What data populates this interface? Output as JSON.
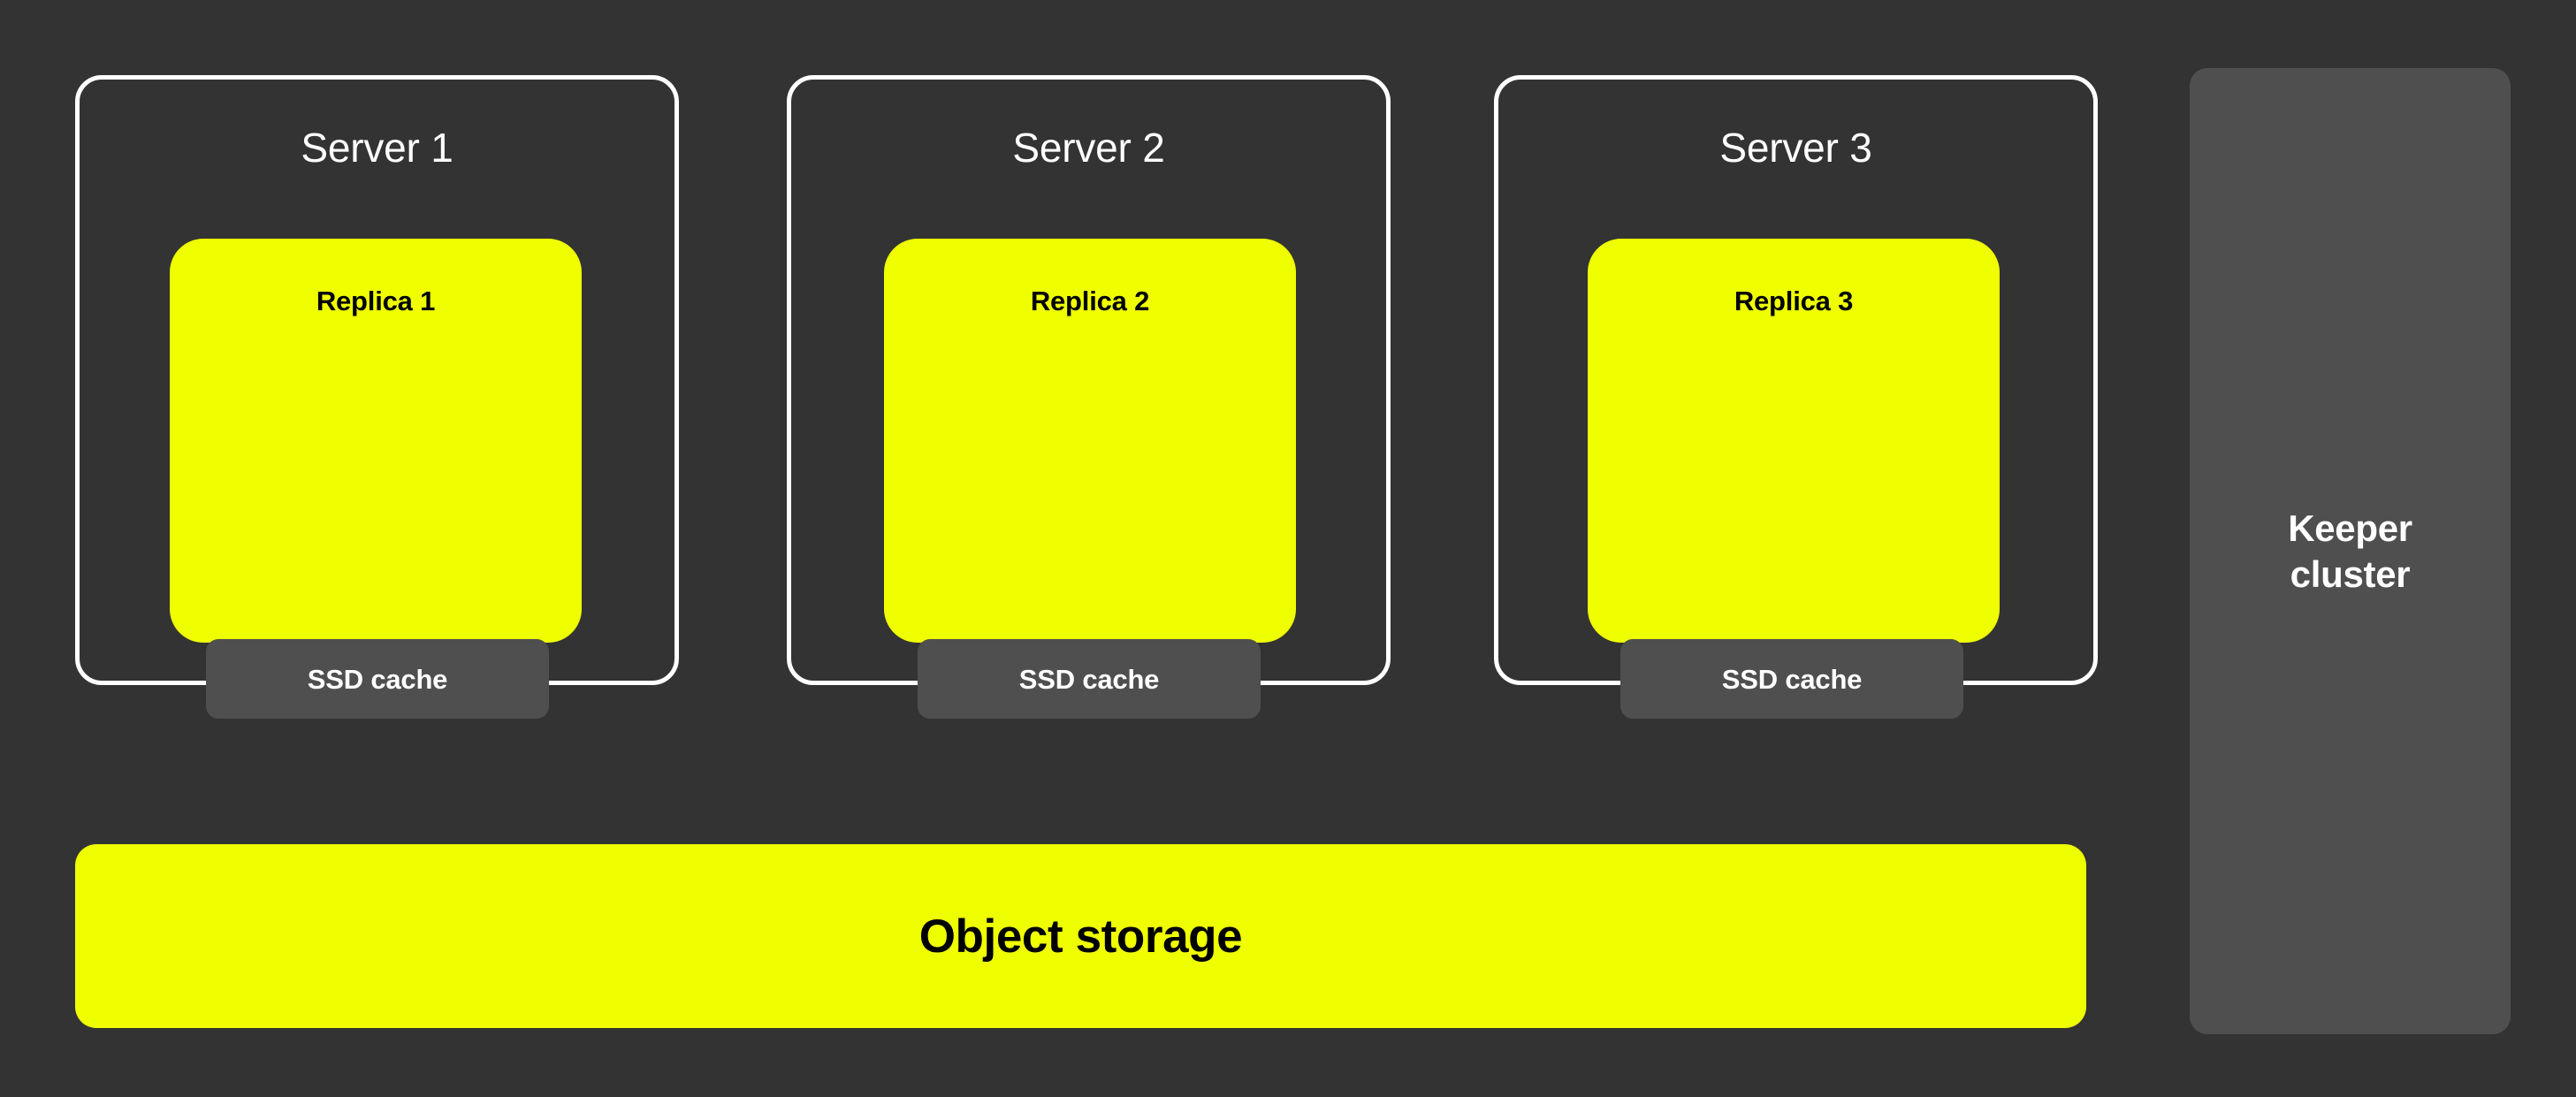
{
  "diagram": {
    "background_color": "#333333",
    "accent_color": "#EFFF00",
    "panel_color": "#4F4F4F",
    "border_color": "#FFFFFF",
    "text_light": "#FFFFFF",
    "text_dark": "#000000",
    "servers": [
      {
        "title": "Server 1",
        "replica_label": "Replica 1",
        "cache_label": "SSD cache"
      },
      {
        "title": "Server 2",
        "replica_label": "Replica 2",
        "cache_label": "SSD cache"
      },
      {
        "title": "Server 3",
        "replica_label": "Replica 3",
        "cache_label": "SSD cache"
      }
    ],
    "object_storage": {
      "label": "Object storage"
    },
    "keeper": {
      "label": "Keeper\ncluster"
    }
  }
}
